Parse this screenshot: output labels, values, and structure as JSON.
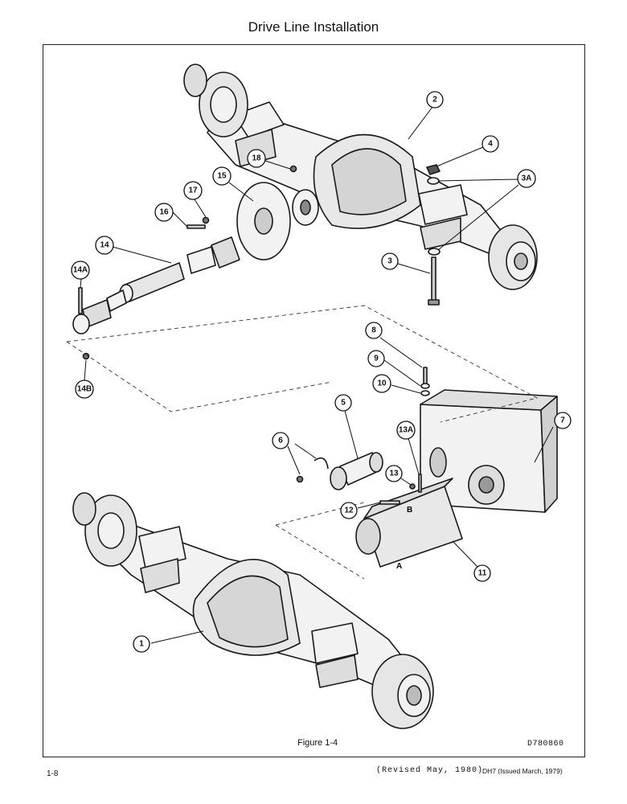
{
  "title": "Drive Line Installation",
  "caption": "Figure 1-4",
  "drawing_number": "D780860",
  "page_number": "1-8",
  "revision": "(Revised May, 1980)",
  "issued": "DH7 (Issued March, 1979)",
  "callouts": [
    "1",
    "2",
    "3",
    "3A",
    "4",
    "5",
    "6",
    "7",
    "8",
    "9",
    "10",
    "11",
    "12",
    "13",
    "13A",
    "14",
    "14A",
    "14B",
    "15",
    "16",
    "17",
    "18"
  ],
  "port_labels": {
    "a": "A",
    "b": "B"
  }
}
